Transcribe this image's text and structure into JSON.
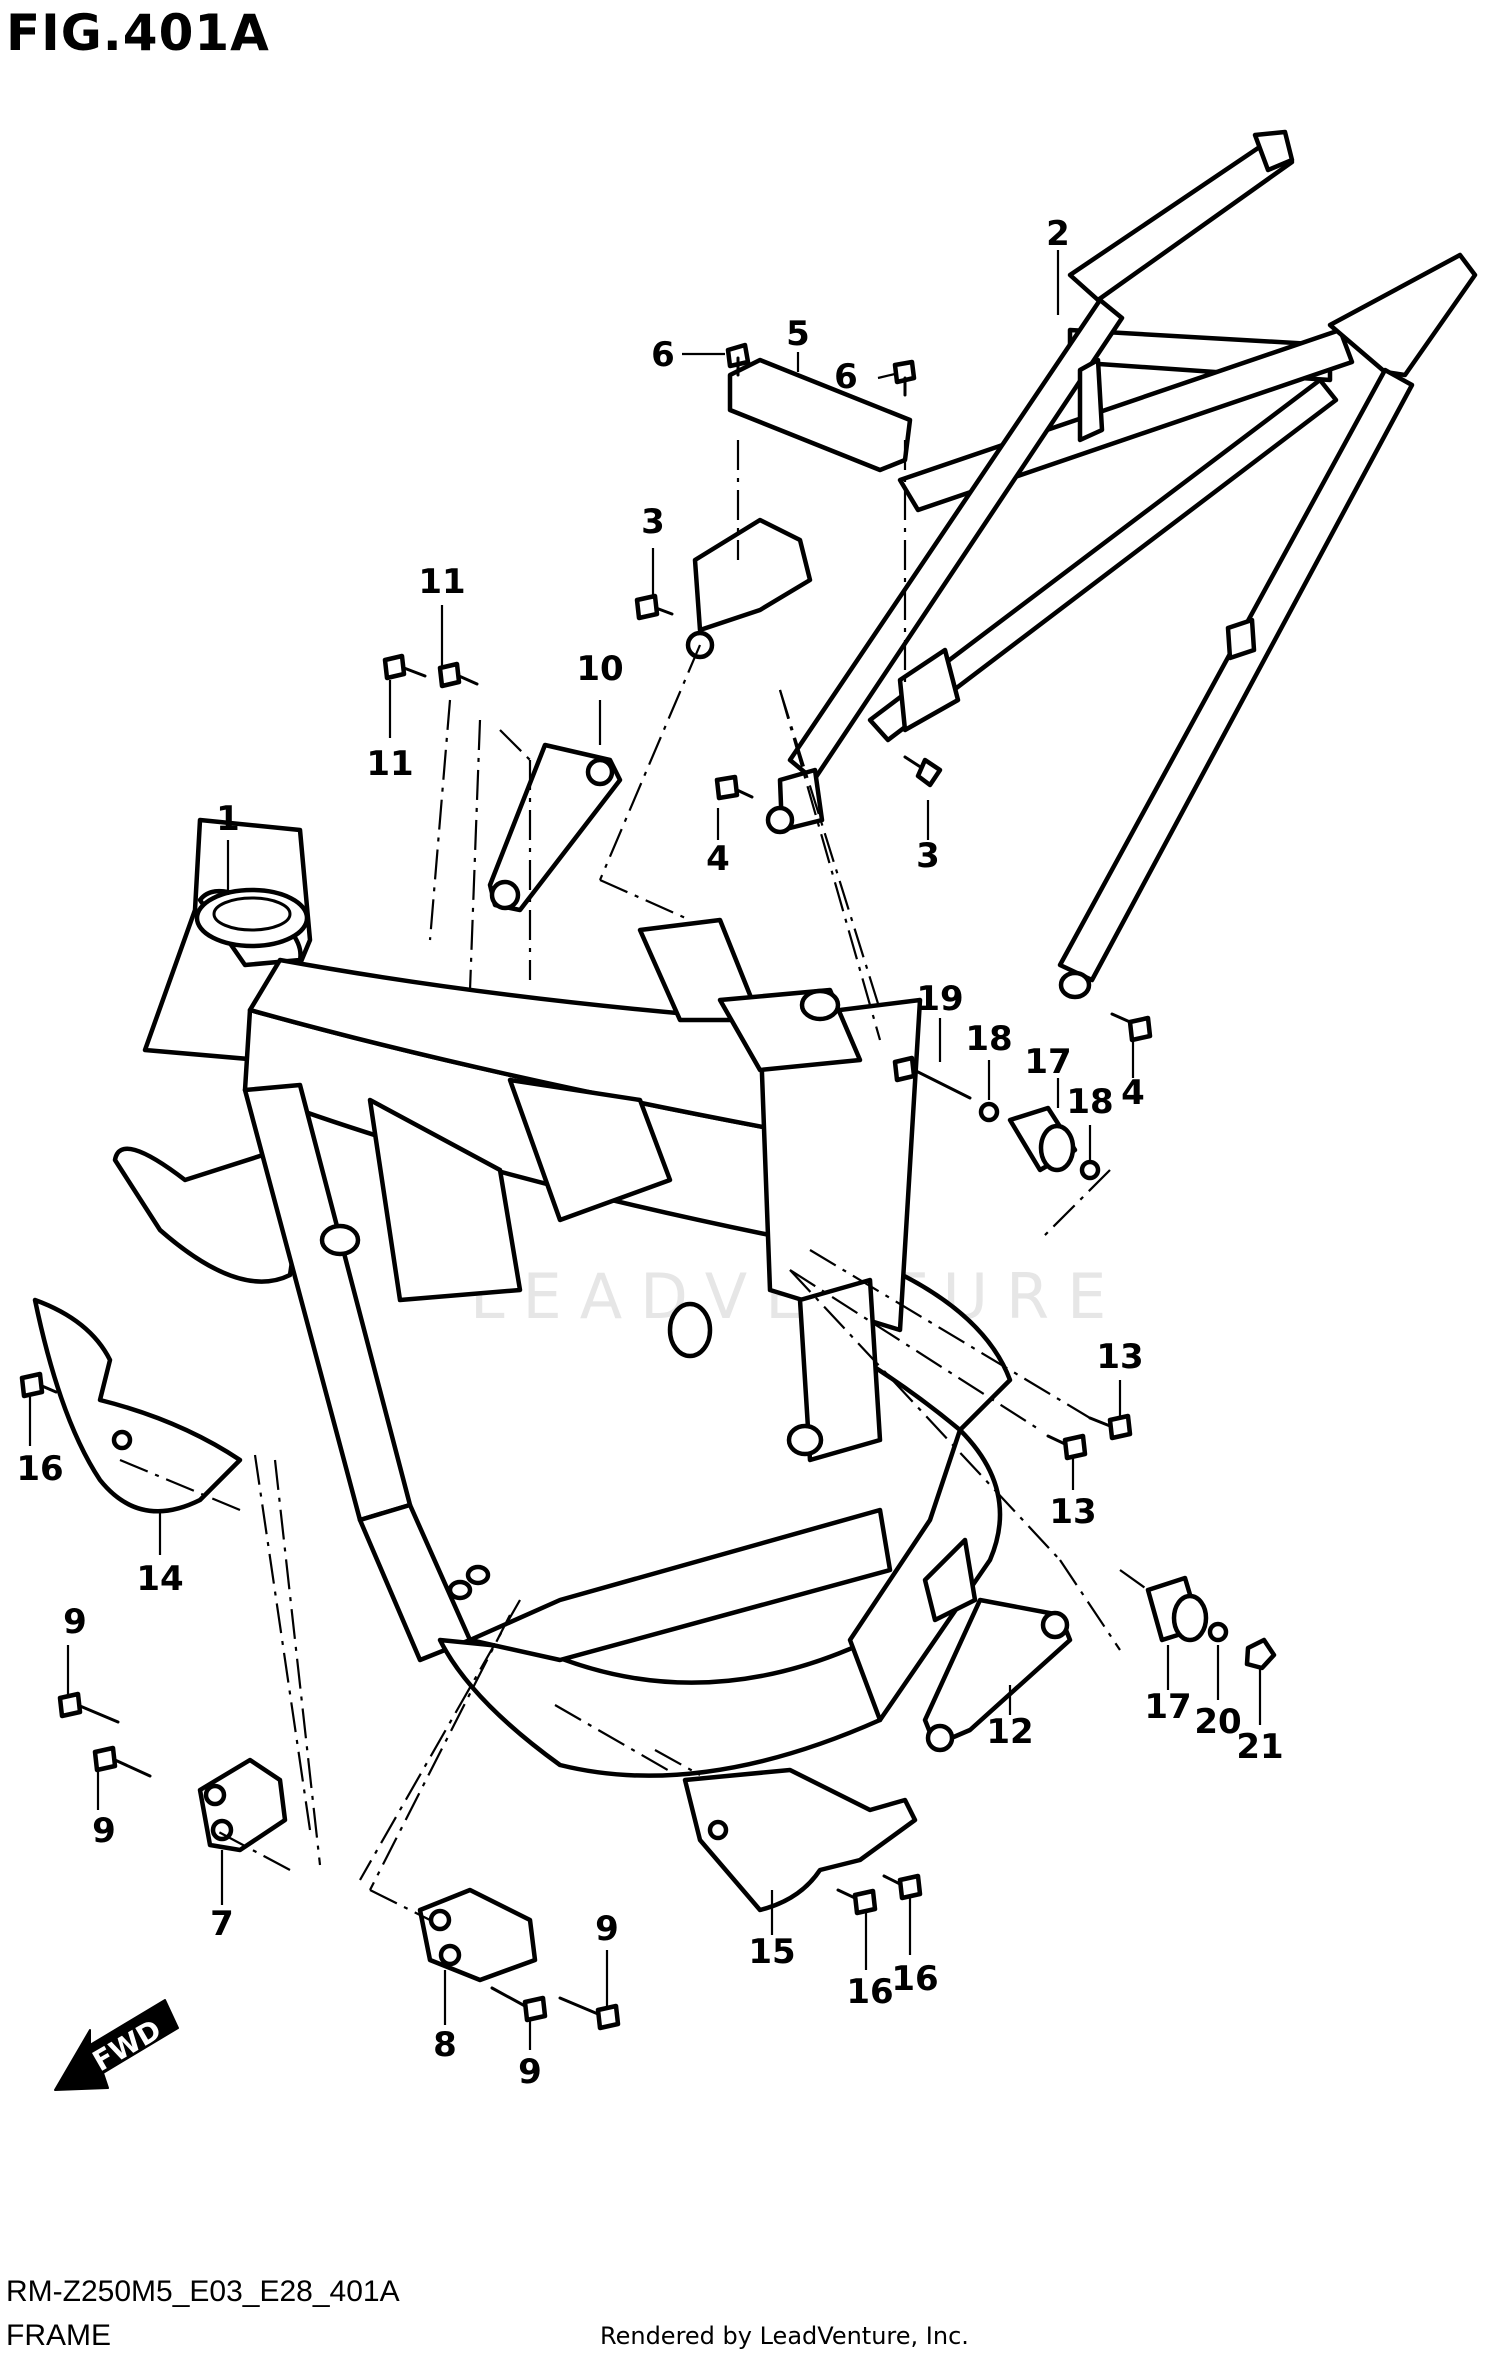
{
  "figure": {
    "title": "FIG.401A",
    "code": "RM-Z250M5_E03_E28_401A",
    "name": "FRAME"
  },
  "credit": "Rendered by LeadVenture, Inc.",
  "watermark": "LEADVENTURE",
  "fwd_label": "FWD",
  "callouts": [
    {
      "label": "1"
    },
    {
      "label": "2"
    },
    {
      "label": "3"
    },
    {
      "label": "3"
    },
    {
      "label": "4"
    },
    {
      "label": "4"
    },
    {
      "label": "5"
    },
    {
      "label": "6"
    },
    {
      "label": "6"
    },
    {
      "label": "7"
    },
    {
      "label": "8"
    },
    {
      "label": "9"
    },
    {
      "label": "9"
    },
    {
      "label": "9"
    },
    {
      "label": "9"
    },
    {
      "label": "10"
    },
    {
      "label": "11"
    },
    {
      "label": "11"
    },
    {
      "label": "12"
    },
    {
      "label": "13"
    },
    {
      "label": "13"
    },
    {
      "label": "14"
    },
    {
      "label": "15"
    },
    {
      "label": "16"
    },
    {
      "label": "16"
    },
    {
      "label": "16"
    },
    {
      "label": "17"
    },
    {
      "label": "17"
    },
    {
      "label": "18"
    },
    {
      "label": "18"
    },
    {
      "label": "19"
    },
    {
      "label": "20"
    },
    {
      "label": "21"
    }
  ]
}
